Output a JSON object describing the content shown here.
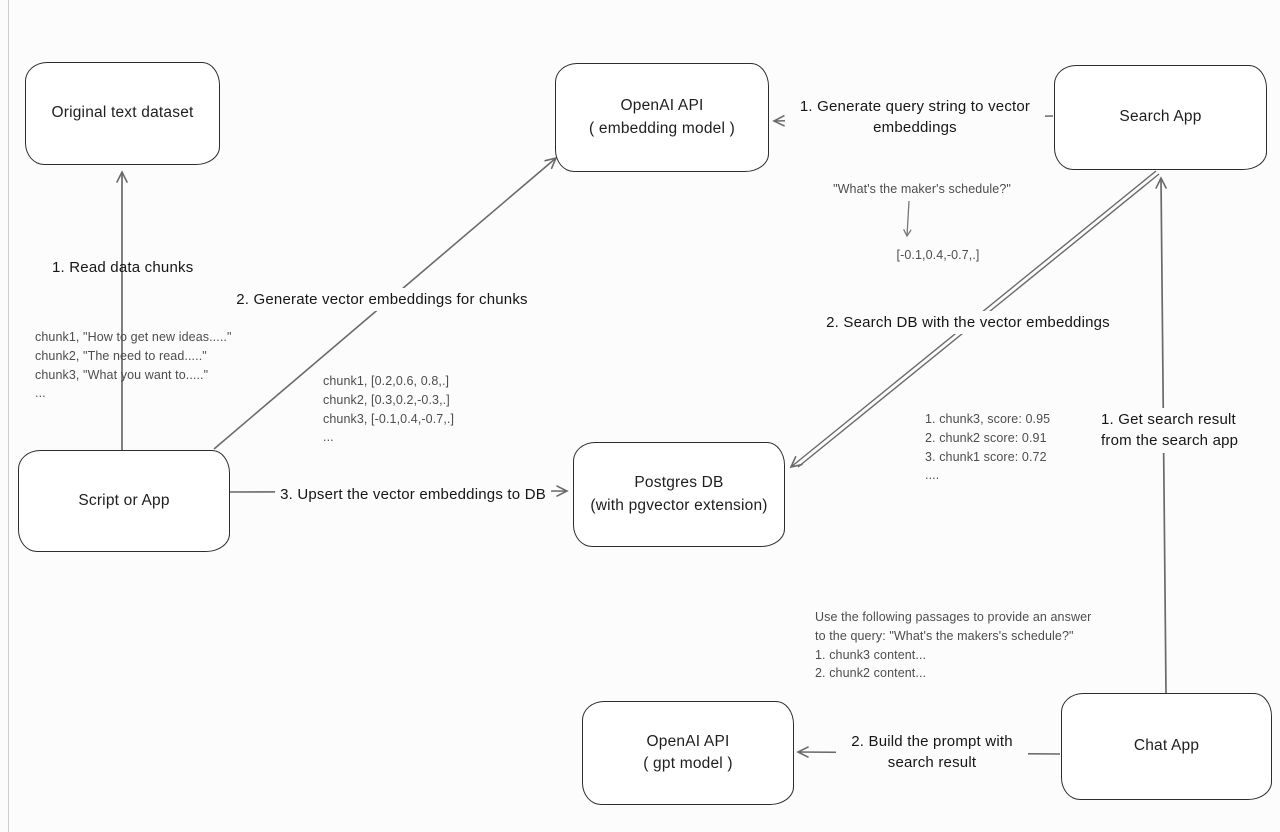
{
  "diagram": {
    "nodes": [
      {
        "id": "original-text-dataset",
        "label": "Original text dataset",
        "sublabel": ""
      },
      {
        "id": "openai-embedding",
        "label": "OpenAI API",
        "sublabel": "( embedding model )"
      },
      {
        "id": "search-app",
        "label": "Search App",
        "sublabel": ""
      },
      {
        "id": "script-or-app",
        "label": "Script or App",
        "sublabel": ""
      },
      {
        "id": "postgres-db",
        "label": "Postgres DB",
        "sublabel": "(with pgvector extension)"
      },
      {
        "id": "openai-gpt",
        "label": "OpenAI API",
        "sublabel": "( gpt model )"
      },
      {
        "id": "chat-app",
        "label": "Chat App",
        "sublabel": ""
      }
    ],
    "edges": {
      "read": {
        "label": "1. Read data chunks"
      },
      "generate": {
        "label": "2. Generate vector embeddings for chunks"
      },
      "upsert": {
        "label": "3. Upsert the vector embeddings  to DB"
      },
      "query": {
        "line1": "1. Generate query string to vector",
        "line2": "embeddings"
      },
      "search": {
        "label": "2. Search DB with the vector embeddings"
      },
      "get_result": {
        "line1": "1. Get search result",
        "line2": "from the search app"
      },
      "build_prompt": {
        "line1": "2. Build the prompt with",
        "line2": "search result"
      }
    },
    "annotations": {
      "chunks": [
        "chunk1, \"How to get new ideas.....\"",
        "chunk2, \"The need to read.....\"",
        "chunk3, \"What you want to.....\"",
        "..."
      ],
      "embeddings": [
        "chunk1, [0.2,0.6, 0.8,.]",
        "chunk2, [0.3,0.2,-0.3,.]",
        "chunk3, [-0.1,0.4,-0.7,.]",
        "..."
      ],
      "query_text": "\"What's the maker's schedule?\"",
      "query_vector": "[-0.1,0.4,-0.7,.]",
      "scores": [
        "1. chunk3, score: 0.95",
        "2. chunk2 score: 0.91",
        "3. chunk1 score: 0.72",
        "...."
      ],
      "prompt": [
        "Use the following passages to provide an answer",
        "to the query: \"What's the makers's schedule?\"",
        "1. chunk3 content...",
        "2. chunk2 content..."
      ]
    },
    "colors": {
      "node_border": "#2d2d2d",
      "arrow": "#6a6a6a",
      "annotation_text": "#4d4d4d",
      "background": "#fcfcfc"
    }
  }
}
